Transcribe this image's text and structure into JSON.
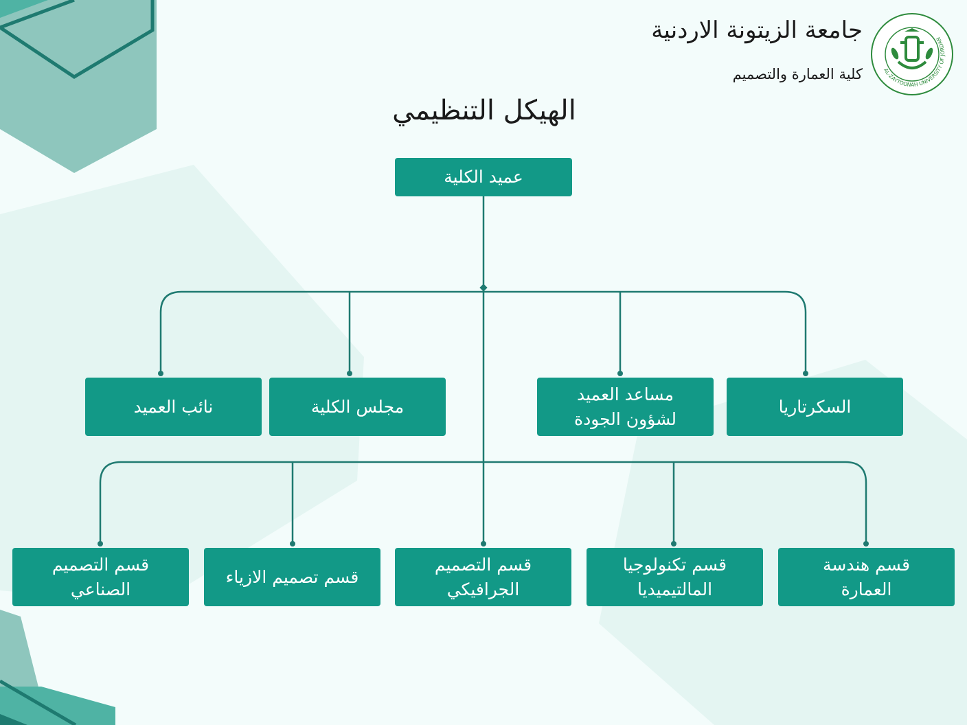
{
  "header": {
    "university_name": "جامعة الزيتونة الاردنية",
    "college_name": "كلية العمارة والتصميم",
    "logo": {
      "ring_text": "AL-ZAYTOONAH UNIVERSITY OF JORDAN",
      "icon": "olive-tree-book-emblem-icon"
    }
  },
  "title": "الهيكل التنظيمي",
  "org_chart": {
    "root": {
      "label": "عميد الكلية"
    },
    "level_2": [
      {
        "label": [
          "السكرتاريا"
        ]
      },
      {
        "label": [
          "مساعد العميد",
          "لشؤون الجودة"
        ]
      },
      {
        "label": [
          "مجلس الكلية"
        ]
      },
      {
        "label": [
          "نائب العميد"
        ]
      }
    ],
    "departments": [
      {
        "label": [
          "قسم هندسة",
          "العمارة"
        ]
      },
      {
        "label": [
          "قسم تكنولوجيا",
          "المالتيميديا"
        ]
      },
      {
        "label": [
          "قسم التصميم",
          "الجرافيكي"
        ]
      },
      {
        "label": [
          "قسم تصميم الازياء"
        ]
      },
      {
        "label": [
          "قسم التصميم",
          "الصناعي"
        ]
      }
    ]
  },
  "colors": {
    "box_fill": "#129987",
    "box_text": "#ffffff",
    "connector": "#1f7a71",
    "background": "#f3fcfb",
    "accent_dark": "#1e7a70",
    "accent_light": "#8ec6bd"
  }
}
